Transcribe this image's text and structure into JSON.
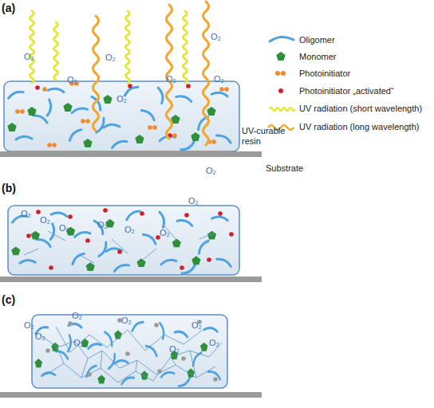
{
  "diagram": {
    "labels": [
      "(a)",
      "O₂",
      "O₂",
      "O₂",
      "O₂",
      "O₂",
      "O₂",
      "O₂",
      "UV-curable resin",
      "Substrate",
      "(b)",
      "O₂",
      "O₂",
      "O₂",
      "O₂",
      "O₂",
      "O₂",
      "O₂",
      "O₂",
      "(c)",
      "O₂",
      "O₂",
      "O₂",
      "O₂",
      "O₂",
      "O₂",
      "O₂",
      "O₂"
    ],
    "legend": [
      {
        "text": "Oligomer"
      },
      {
        "text": "Monomer"
      },
      {
        "text": "Photoinitiator"
      },
      {
        "text": "Photoinitiator „activated“"
      },
      {
        "text": "UV radiation (short wavelength)"
      },
      {
        "text": "UV radiation (long wavelength)"
      }
    ]
  }
}
